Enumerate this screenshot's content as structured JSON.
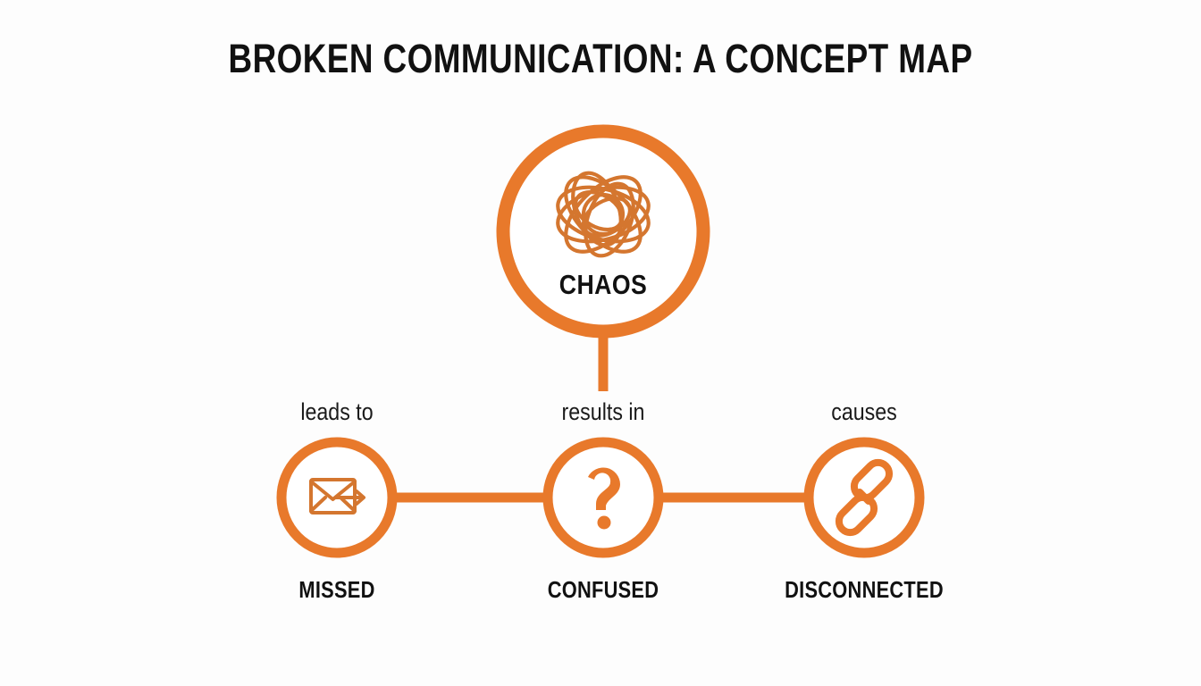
{
  "page": {
    "title": "BROKEN COMMUNICATION: A CONCEPT MAP",
    "background_color": "#fdfdfd",
    "accent_color": "#E8792B",
    "text_color": "#111111"
  },
  "central_node": {
    "label": "CHAOS",
    "icon": "tangled-orbits-icon"
  },
  "relations": [
    {
      "label": "leads to"
    },
    {
      "label": "results in"
    },
    {
      "label": "causes"
    }
  ],
  "nodes": [
    {
      "label": "MISSED",
      "icon": "envelope-arrow-icon"
    },
    {
      "label": "CONFUSED",
      "icon": "question-mark-icon"
    },
    {
      "label": "DISCONNECTED",
      "icon": "broken-chain-icon"
    }
  ],
  "chart_data": {
    "type": "diagram",
    "title": "BROKEN COMMUNICATION: A CONCEPT MAP",
    "root": {
      "id": "chaos",
      "label": "CHAOS",
      "icon": "tangled-orbits-icon"
    },
    "children": [
      {
        "id": "missed",
        "label": "MISSED",
        "icon": "envelope-arrow-icon",
        "relation": "leads to"
      },
      {
        "id": "confused",
        "label": "CONFUSED",
        "icon": "question-mark-icon",
        "relation": "results in"
      },
      {
        "id": "disconnected",
        "label": "DISCONNECTED",
        "icon": "broken-chain-icon",
        "relation": "causes"
      }
    ],
    "edges": [
      {
        "from": "chaos",
        "to": "confused",
        "label": "results in",
        "style": "vertical"
      },
      {
        "from": "missed",
        "to": "confused",
        "label": "leads to",
        "style": "horizontal"
      },
      {
        "from": "confused",
        "to": "disconnected",
        "label": "causes",
        "style": "horizontal"
      }
    ]
  }
}
